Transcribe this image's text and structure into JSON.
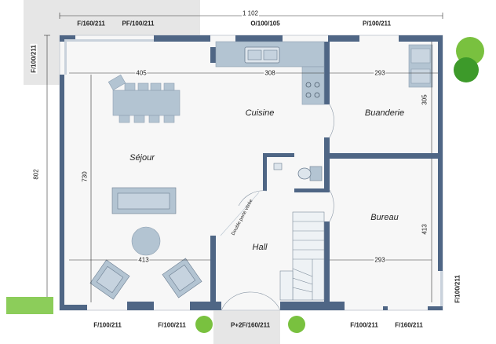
{
  "rooms": {
    "sejour": "Séjour",
    "cuisine": "Cuisine",
    "buanderie": "Buanderie",
    "bureau": "Bureau",
    "hall": "Hall"
  },
  "openings": {
    "top_left": "F/160/211",
    "top_pf": "PF/100/211",
    "top_o": "O/100/105",
    "top_p": "P/100/211",
    "left": "F/100/211",
    "right": "F/100/211",
    "bottom_1": "F/100/211",
    "bottom_2": "F/100/211",
    "bottom_entry": "P+2F/160/211",
    "bottom_3": "F/100/211",
    "bottom_4": "F/160/211"
  },
  "dimensions": {
    "overall_width": "1 102",
    "overall_depth": "802",
    "sejour_width": "405",
    "cuisine_width": "308",
    "buanderie_width": "293",
    "sejour_depth": "730",
    "buanderie_depth": "305",
    "bureau_depth": "413",
    "sejour_bottom_width": "413",
    "bureau_width": "293"
  },
  "notes": {
    "double_door": "Double porte vitrée"
  },
  "colors": {
    "wall": "#4f6685",
    "wall_light": "#b8c4d2",
    "furniture": "#b3c4d2",
    "floor": "#f7f7f7",
    "terrace": "#e4e4e4",
    "tree_light": "#79c13f",
    "tree_dark": "#3d9a2a"
  }
}
